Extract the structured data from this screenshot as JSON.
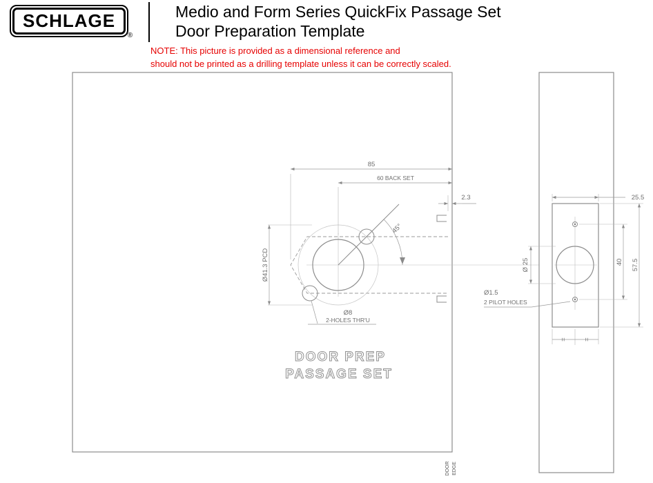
{
  "header": {
    "logo_text": "SCHLAGE",
    "registered_mark": "®",
    "title_line1": "Medio and Form Series QuickFix Passage Set",
    "title_line2": "Door Preparation Template",
    "note_line1": "NOTE: This picture is provided as a dimensional reference and",
    "note_line2": "should not be printed as a drilling template unless it can be correctly scaled."
  },
  "front_view": {
    "dim_width": "85",
    "dim_backset": "60 BACK SET",
    "dim_edge_gap": "2.3",
    "dim_angle": "45°",
    "dim_pcd": "Ø41.3 PCD",
    "holes_dia": "Ø8",
    "holes_note": "2-HOLES THR'U",
    "stamp_line1": "DOOR PREP",
    "stamp_line2": "PASSAGE SET",
    "door_edge_word1": "DOOR",
    "door_edge_word2": "EDGE"
  },
  "edge_view": {
    "dim_plate_width": "25.5",
    "dim_latch_dia": "Ø 25",
    "dim_pilot_spacing": "40",
    "dim_plate_height": "57.5",
    "pilot_dia": "Ø1.5",
    "pilot_note": "2 PILOT HOLES",
    "equal_mark_left": "=",
    "equal_mark_right": "="
  },
  "colors": {
    "note_red": "#e60000",
    "object_gray": "#8c8c8c",
    "dim_gray": "#9a9a9a",
    "text_gray": "#6e6e6e"
  }
}
